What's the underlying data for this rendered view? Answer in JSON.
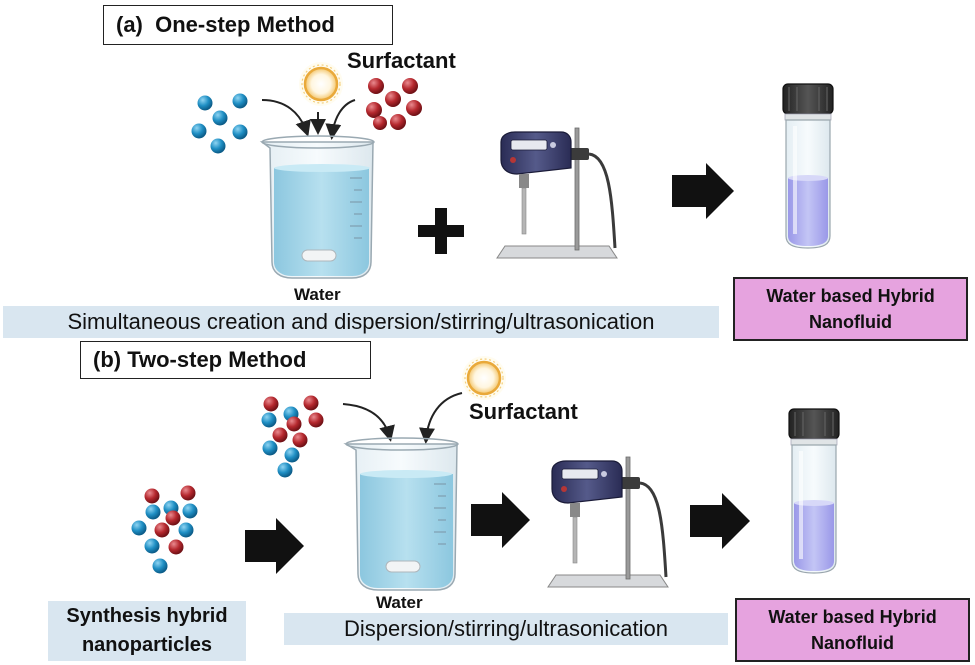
{
  "top": {
    "title": "(a)  One-step Method",
    "surfactant_label": "Surfactant",
    "water_label": "Water",
    "process_text": "Simultaneous creation and dispersion/stirring/ultrasonication",
    "product_line1": "Water based Hybrid",
    "product_line2": "Nanofluid"
  },
  "bottom": {
    "title": "(b) Two-step Method",
    "surfactant_label": "Surfactant",
    "water_label": "Water",
    "synthesis_line1": "Synthesis hybrid",
    "synthesis_line2": "nanoparticles",
    "process_text": "Dispersion/stirring/ultrasonication",
    "product_line1": "Water based Hybrid",
    "product_line2": "Nanofluid"
  },
  "colors": {
    "blue_particle": "#1f8fc4",
    "red_particle": "#b5282e",
    "water": "#a9d7ea",
    "band": "#d9e6f0",
    "product_box": "#e6a3df",
    "vial_liquid_top": "#b5b8f2",
    "vial_liquid_bottom": "#a49af0"
  },
  "icons": [
    "surfactant-sun-icon",
    "beaker-icon",
    "stir-bar-icon",
    "plus-icon",
    "ultrasonicator-icon",
    "arrow-right-icon",
    "vial-icon"
  ]
}
